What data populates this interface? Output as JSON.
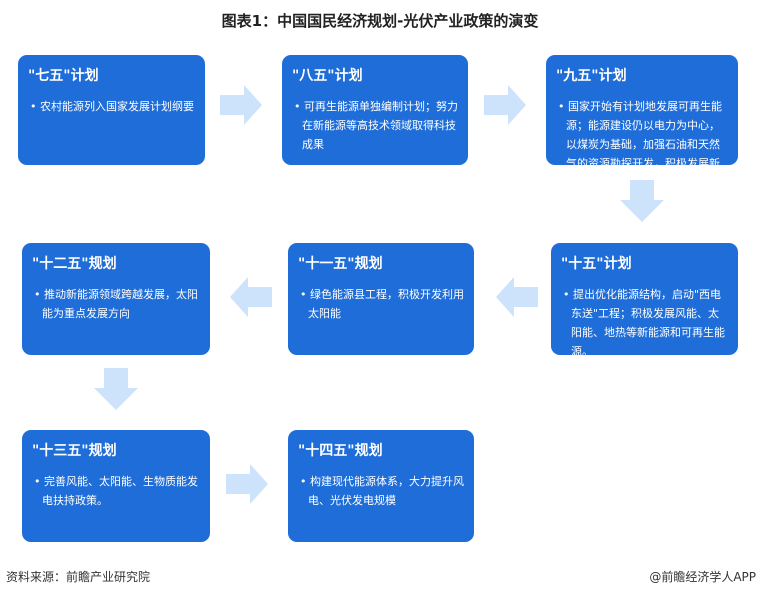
{
  "title": "图表1：中国国民经济规划-光伏产业政策的演变",
  "boxes": [
    {
      "heading": "\"七五\"计划",
      "text": "• 农村能源列入国家发展计划纲要"
    },
    {
      "heading": "\"八五\"计划",
      "text": "• 可再生能源单独编制计划；努力在新能源等高技术领域取得科技成果"
    },
    {
      "heading": "\"九五\"计划",
      "text": "• 国家开始有计划地发展可再生能源；能源建设仍以电力为中心，以煤炭为基础，加强石油和天然气的资源勘探开发，积极发展新能源。"
    },
    {
      "heading": "\"十二五\"规划",
      "text": "• 推动新能源领域跨越发展，太阳能为重点发展方向"
    },
    {
      "heading": "\"十一五\"规划",
      "text": "• 绿色能源县工程，积极开发利用太阳能"
    },
    {
      "heading": "\"十五\"计划",
      "text": "• 提出优化能源结构，启动\"西电东送\"工程；积极发展风能、太阳能、地热等新能源和可再生能源。"
    },
    {
      "heading": "\"十三五\"规划",
      "text": "• 完善风能、太阳能、生物质能发电扶持政策。"
    },
    {
      "heading": "\"十四五\"规划",
      "text": "• 构建现代能源体系，大力提升风电、光伏发电规模"
    }
  ],
  "footer": {
    "source": "资料来源：前瞻产业研究院",
    "credit": "@前瞻经济学人APP"
  },
  "colors": {
    "box": "#1f6dd8",
    "arrow": "#cde2fb"
  }
}
